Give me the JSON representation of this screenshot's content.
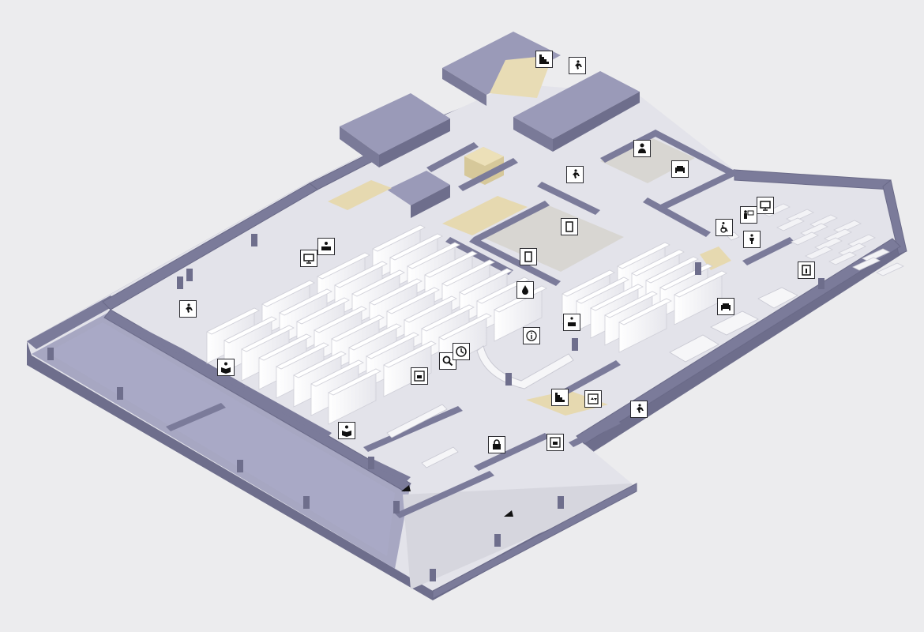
{
  "map": {
    "style": "isometric indoor floor plan",
    "colors": {
      "background": "#ececee",
      "wall_top": "#8a8aa8",
      "wall_side": "#6e6e8c",
      "floor": "#e3e3ea",
      "room_floor": "#d8d6d2",
      "stairs": "#e8dcb5",
      "shelving": "#f7f7f9",
      "icon_border": "#2b2b30"
    }
  },
  "pois": [
    {
      "id": "stairs-top",
      "icon": "stairs-icon"
    },
    {
      "id": "emergency-exit-top",
      "icon": "emergency-exit-icon"
    },
    {
      "id": "staff-office",
      "icon": "staff-icon"
    },
    {
      "id": "lounge-seating-top",
      "icon": "sofa-icon"
    },
    {
      "id": "emergency-exit-center",
      "icon": "emergency-exit-icon"
    },
    {
      "id": "door-upper",
      "icon": "door-icon"
    },
    {
      "id": "door-lower",
      "icon": "door-icon"
    },
    {
      "id": "accessible-toilet",
      "icon": "wheelchair-icon"
    },
    {
      "id": "presentation-room",
      "icon": "presenter-icon"
    },
    {
      "id": "monitor-right",
      "icon": "monitor-icon"
    },
    {
      "id": "restroom",
      "icon": "restroom-icon"
    },
    {
      "id": "information-right",
      "icon": "info-icon"
    },
    {
      "id": "computer-monitor-left",
      "icon": "monitor-icon"
    },
    {
      "id": "reception-desk-left",
      "icon": "desk-icon"
    },
    {
      "id": "water-fountain",
      "icon": "water-drop-icon"
    },
    {
      "id": "emergency-exit-left",
      "icon": "emergency-exit-icon"
    },
    {
      "id": "service-desk",
      "icon": "service-desk-icon"
    },
    {
      "id": "lounge-seating-right",
      "icon": "sofa-icon"
    },
    {
      "id": "information-desk",
      "icon": "info-circle-icon"
    },
    {
      "id": "reading-area-left",
      "icon": "reading-icon"
    },
    {
      "id": "search-catalog",
      "icon": "search-icon"
    },
    {
      "id": "opening-hours",
      "icon": "clock-icon"
    },
    {
      "id": "book-return",
      "icon": "book-return-icon"
    },
    {
      "id": "stairs-bottom",
      "icon": "stairs-icon"
    },
    {
      "id": "elevator",
      "icon": "elevator-icon"
    },
    {
      "id": "emergency-exit-right",
      "icon": "emergency-exit-icon"
    },
    {
      "id": "reading-area-bottom",
      "icon": "reading-icon"
    },
    {
      "id": "lockers",
      "icon": "lock-icon"
    },
    {
      "id": "book-return-entrance",
      "icon": "book-return-icon"
    }
  ],
  "entrances": [
    {
      "id": "entrance-a",
      "icon": "entrance-arrow-icon"
    },
    {
      "id": "entrance-b",
      "icon": "entrance-arrow-icon"
    }
  ]
}
